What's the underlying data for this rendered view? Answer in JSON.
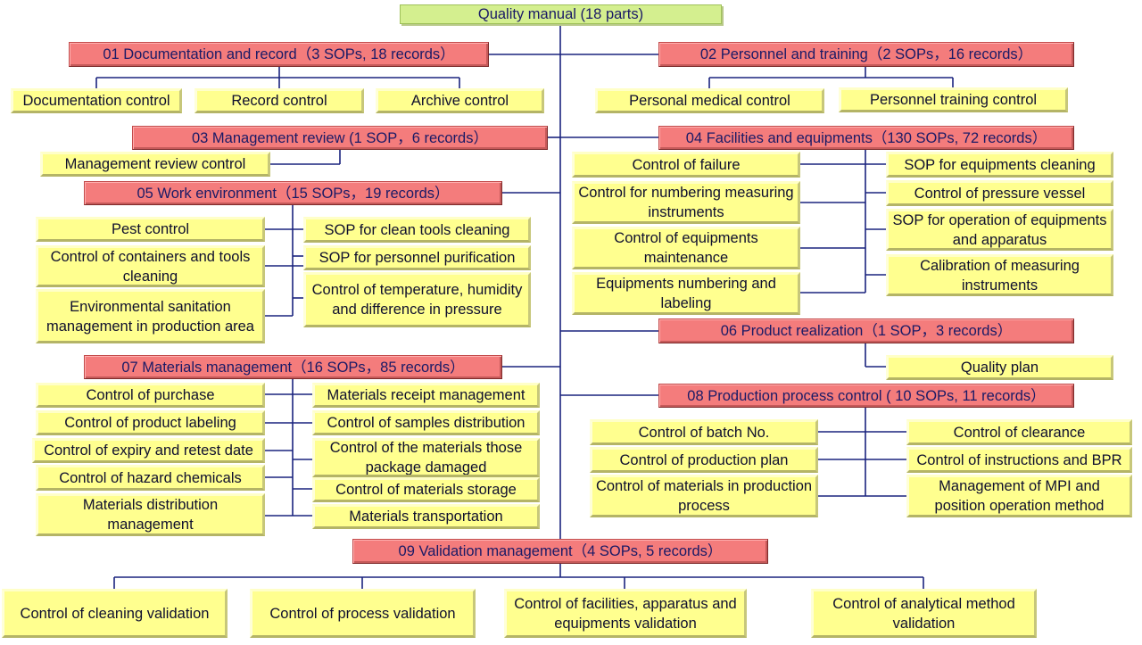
{
  "root": "Quality manual (18 parts)",
  "s01": {
    "title": "01   Documentation and record（3 SOPs, 18 records）",
    "items": [
      "Documentation control",
      "Record control",
      "Archive control"
    ]
  },
  "s02": {
    "title": "02  Personnel and training（2 SOPs，16 records）",
    "items": [
      "Personal medical control",
      "Personnel training control"
    ]
  },
  "s03": {
    "title": "03 Management review (1 SOP，6 records）",
    "items": [
      "Management review control"
    ]
  },
  "s04": {
    "title": "04 Facilities and equipments（130 SOPs, 72 records）",
    "left": [
      "Control of failure",
      "Control for numbering measuring instruments",
      "Control of equipments maintenance",
      "Equipments numbering and labeling"
    ],
    "right": [
      "SOP for equipments cleaning",
      "Control of pressure vessel",
      "SOP for operation of equipments and apparatus",
      "Calibration of measuring instruments"
    ]
  },
  "s05": {
    "title": "05  Work environment（15 SOPs，19 records）",
    "left": [
      "Pest control",
      "Control of containers and tools cleaning",
      "Environmental sanitation management in production area"
    ],
    "right": [
      "SOP for clean tools cleaning",
      "SOP for personnel purification",
      "Control of temperature, humidity and difference in pressure"
    ]
  },
  "s06": {
    "title": "06 Product realization（1 SOP，3 records）",
    "items": [
      "Quality plan"
    ]
  },
  "s07": {
    "title": "07    Materials management（16 SOPs，85 records）",
    "left": [
      "Control of purchase",
      "Control of product labeling",
      "Control of expiry and retest date",
      "Control of hazard chemicals",
      "Materials distribution management"
    ],
    "right": [
      "Materials receipt management",
      "Control of samples distribution",
      "Control of the materials those package damaged",
      "Control of materials storage",
      "Materials transportation"
    ]
  },
  "s08": {
    "title": "08   Production process control ( 10 SOPs, 11 records）",
    "left": [
      "Control of batch No.",
      "Control of production plan",
      "Control of materials in production process"
    ],
    "right": [
      "Control of clearance",
      "Control of instructions and BPR",
      "Management of MPI and position operation method"
    ]
  },
  "s09": {
    "title": "09 Validation management（4 SOPs, 5 records）",
    "items": [
      "Control of cleaning validation",
      "Control of process validation",
      "Control of facilities, apparatus and equipments validation",
      "Control of analytical method validation"
    ]
  },
  "colors": {
    "root_fill": "#d4ef8f",
    "section_fill": "#f47c7c",
    "leaf_fill": "#ffff8f",
    "connector": "#1a237e"
  }
}
